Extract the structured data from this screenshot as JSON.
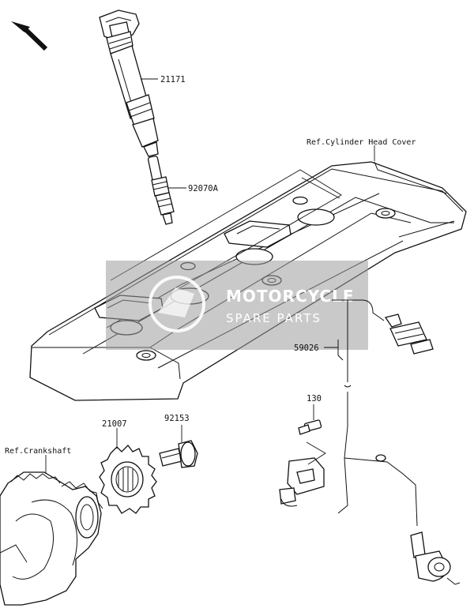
{
  "diagram": {
    "references": {
      "cylinder_head_cover": "Ref.Cylinder Head Cover",
      "crankshaft": "Ref.Crankshaft"
    },
    "part_labels": {
      "ignition_coil": "21171",
      "spark_plug": "92070A",
      "crank_sensor_harness": "59026",
      "bolt_small": "130",
      "timing_rotor": "21007",
      "rotor_bolt": "92153"
    },
    "watermark": {
      "line1": "MOTORCYCLE",
      "line2": "SPARE PARTS"
    },
    "direction_arrow": "arrow-up-left-icon"
  }
}
